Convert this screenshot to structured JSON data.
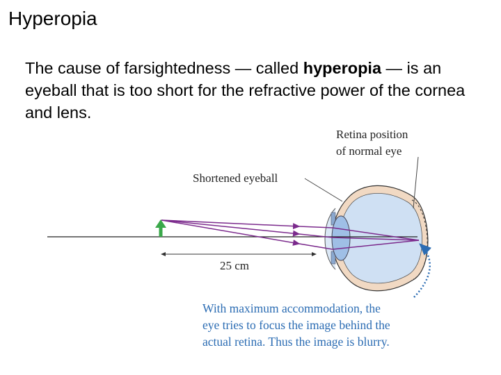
{
  "slide": {
    "title": "Hyperopia",
    "body": {
      "part1": "The cause of farsightedness — called ",
      "bold": "hyperopia",
      "part2": " — is an eyeball that is too short for the refractive power of the cornea and lens."
    }
  },
  "figure": {
    "label_retina_line1": "Retina position",
    "label_retina_line2": "of normal eye",
    "label_shortened": "Shortened eyeball",
    "label_distance": "25 cm",
    "caption_line1": "With maximum accommodation, the",
    "caption_line2": "eye tries to focus the image behind the",
    "caption_line3": "actual retina. Thus the image is blurry.",
    "colors": {
      "ray": "#7b2a8c",
      "eye_fill": "#cfe0f3",
      "sclera": "#f1d9c3",
      "lens": "#9fbfe6",
      "object_arrow": "#3aa84a",
      "caption": "#2b6cb3",
      "blue_arrow": "#2b6cb3"
    }
  }
}
